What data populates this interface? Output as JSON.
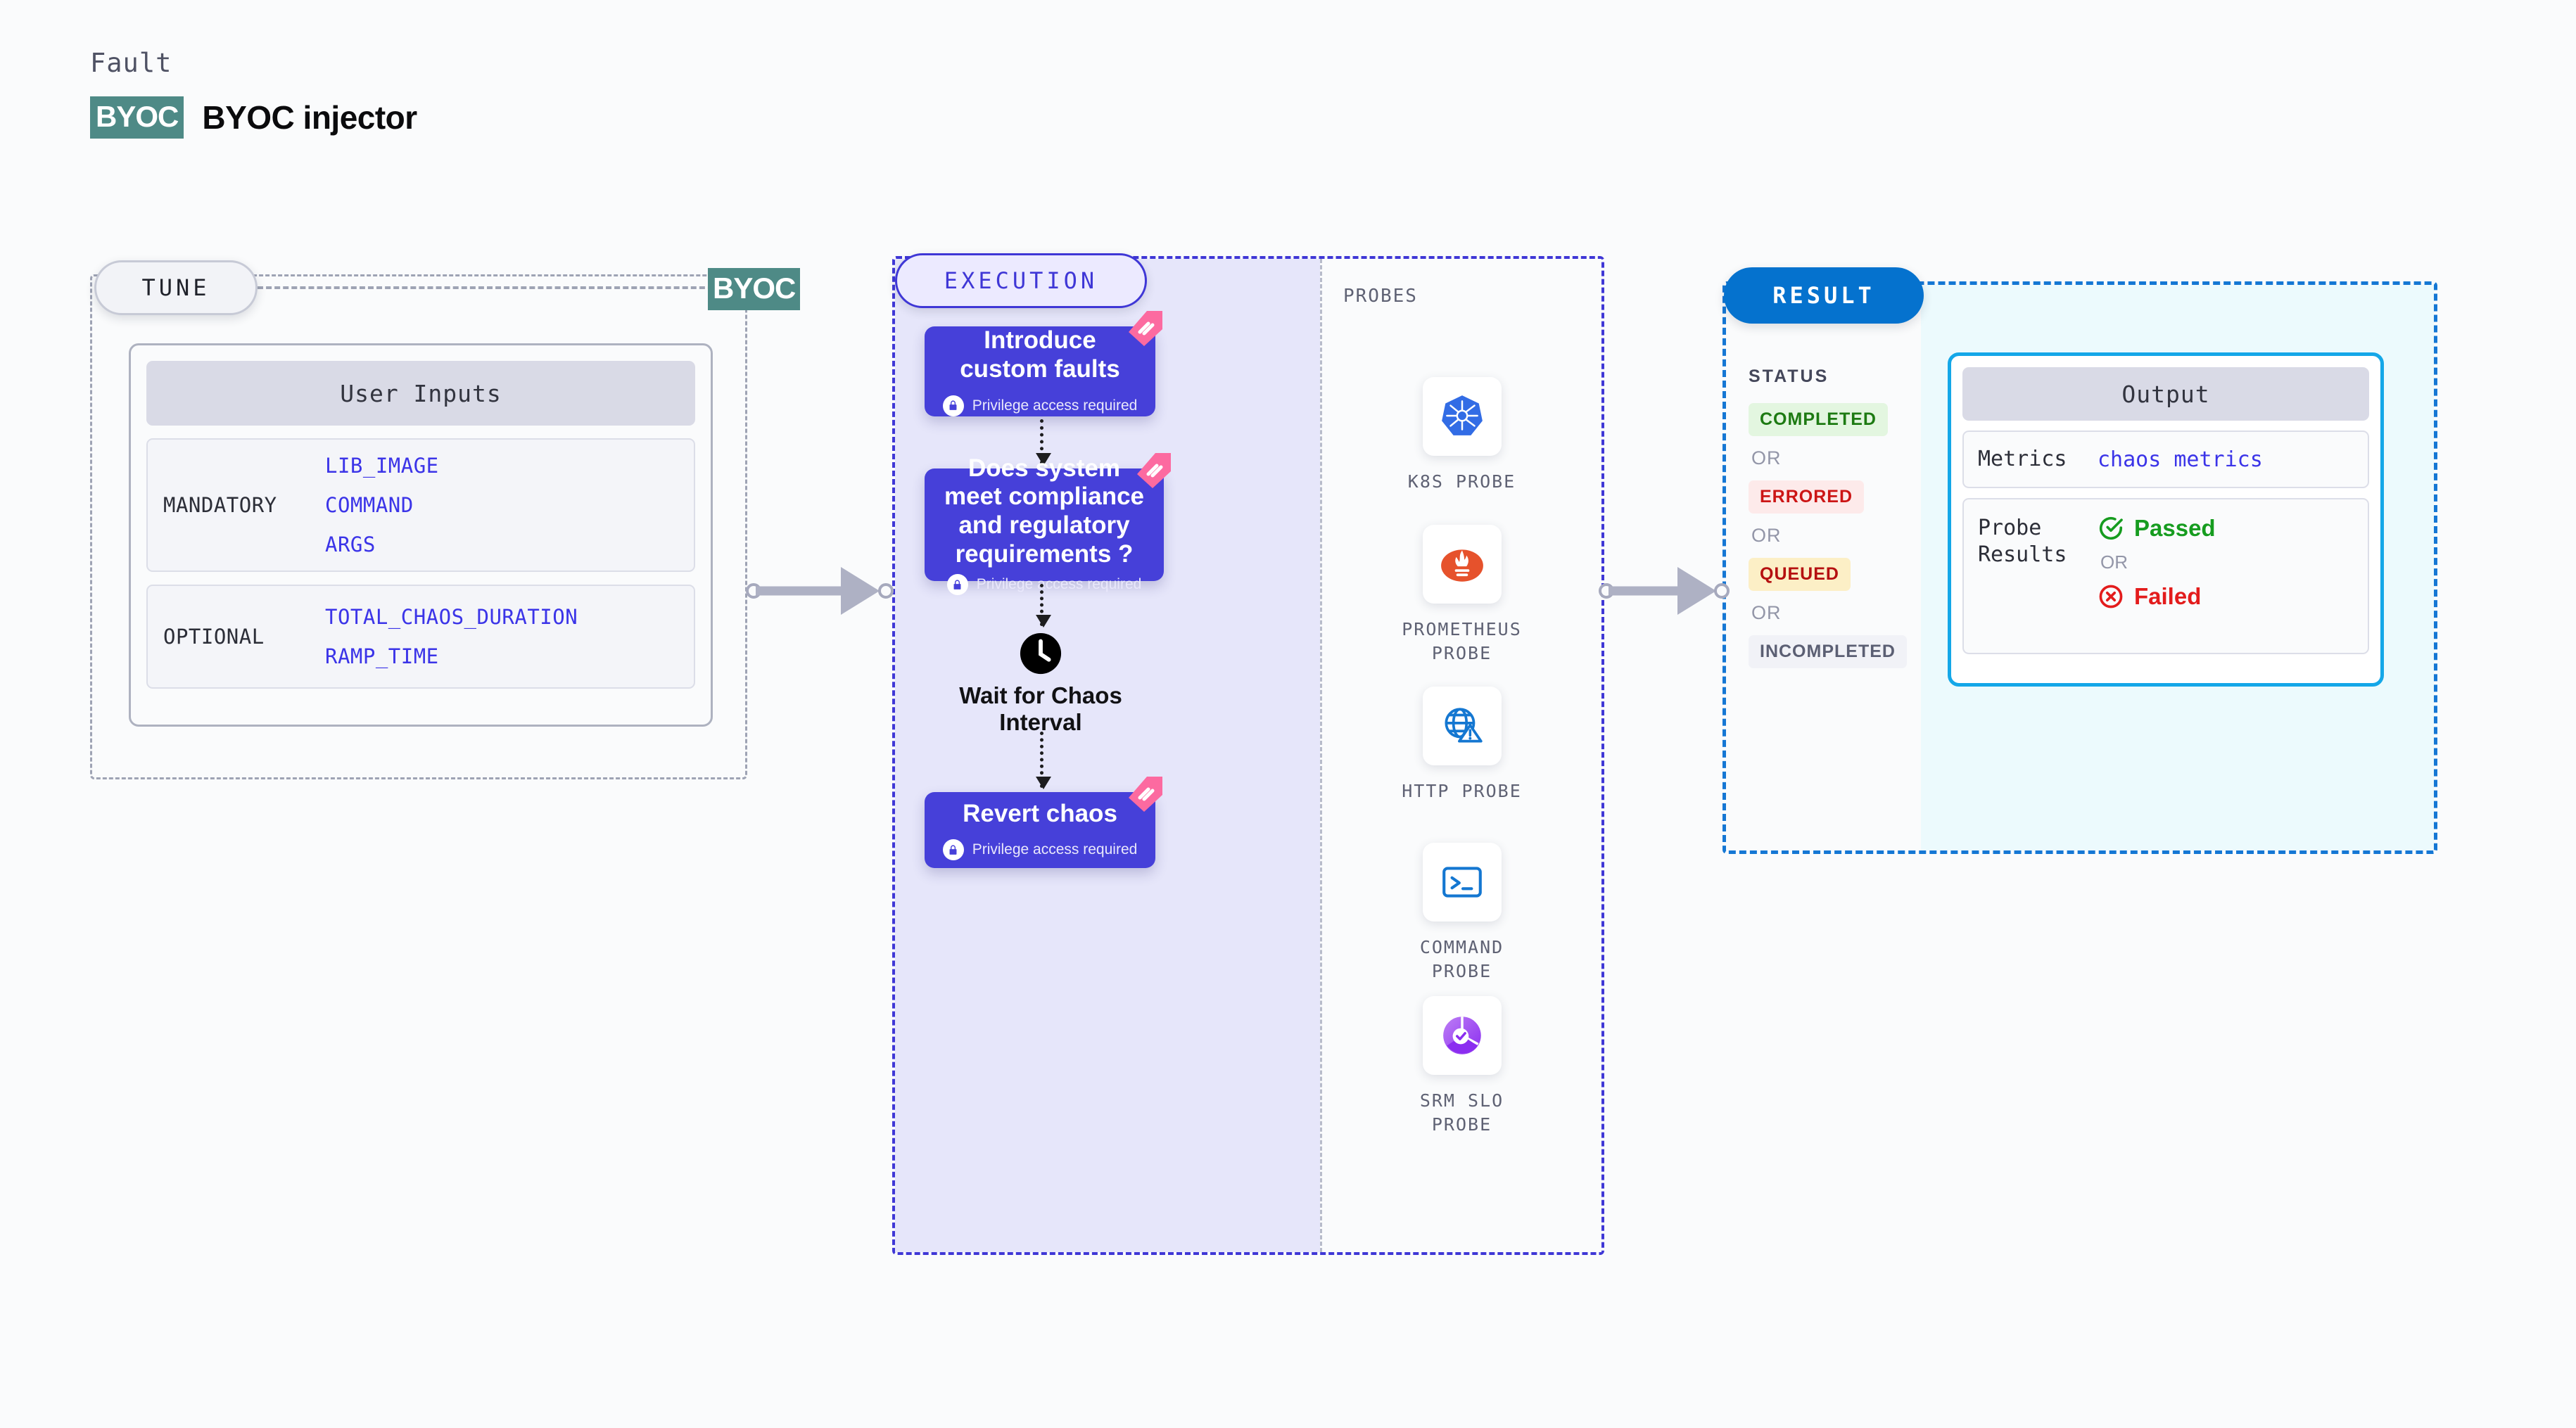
{
  "header": {
    "kicker": "Fault",
    "badge": "BYOC",
    "title": "BYOC injector"
  },
  "tune": {
    "chip_label": "TUNE",
    "edge_badge": "BYOC",
    "user_inputs_header": "User Inputs",
    "groups": [
      {
        "label": "MANDATORY",
        "values": [
          "LIB_IMAGE",
          "COMMAND",
          "ARGS"
        ]
      },
      {
        "label": "OPTIONAL",
        "values": [
          "TOTAL_CHAOS_DURATION",
          "RAMP_TIME"
        ]
      }
    ]
  },
  "execution": {
    "chip_label": "EXECUTION",
    "nodes": [
      {
        "title": "Introduce custom faults",
        "sub": "Privilege access required"
      },
      {
        "title": "Does system meet compliance and regulatory requirements ?",
        "sub": "Privilege access required"
      },
      {
        "title": "Wait for Chaos Interval"
      },
      {
        "title": "Revert chaos",
        "sub": "Privilege access required"
      }
    ],
    "probes_label": "PROBES",
    "probes": [
      {
        "name": "K8S PROBE",
        "icon": "kubernetes-icon",
        "color": "#326ce5"
      },
      {
        "name": "PROMETHEUS\nPROBE",
        "icon": "prometheus-icon",
        "color": "#e6522c"
      },
      {
        "name": "HTTP PROBE",
        "icon": "globe-warning-icon",
        "color": "#1477d1"
      },
      {
        "name": "COMMAND\nPROBE",
        "icon": "terminal-icon",
        "color": "#1477d1"
      },
      {
        "name": "SRM SLO\nPROBE",
        "icon": "srm-slo-icon",
        "color": "#9b51e0"
      }
    ]
  },
  "result": {
    "chip_label": "RESULT",
    "status_label": "STATUS",
    "or_label": "OR",
    "statuses": [
      {
        "label": "COMPLETED",
        "bg": "#e3f6e0",
        "fg": "#1d7a12"
      },
      {
        "label": "ERRORED",
        "bg": "#fdeaea",
        "fg": "#cc1515"
      },
      {
        "label": "QUEUED",
        "bg": "#fcefc6",
        "fg": "#b51010"
      },
      {
        "label": "INCOMPLETED",
        "bg": "#f1f2f7",
        "fg": "#5b5f73"
      }
    ],
    "output": {
      "header": "Output",
      "metrics_label": "Metrics",
      "metrics_value": "chaos metrics",
      "probe_results_label": "Probe\nResults",
      "passed_label": "Passed",
      "failed_label": "Failed",
      "or_label": "OR",
      "passed_color": "#169c1f",
      "failed_color": "#e31c1c"
    }
  },
  "colors": {
    "tune_border": "#9ea3b4",
    "execution_border": "#3f37d6",
    "execution_fill": "#e6e6fa",
    "result_border": "#1577d4",
    "result_fill": "#ecfafd",
    "node_fill": "#4640d9",
    "byoc_badge": "#4e8a86",
    "flag_pink": "#fc6aa0"
  }
}
